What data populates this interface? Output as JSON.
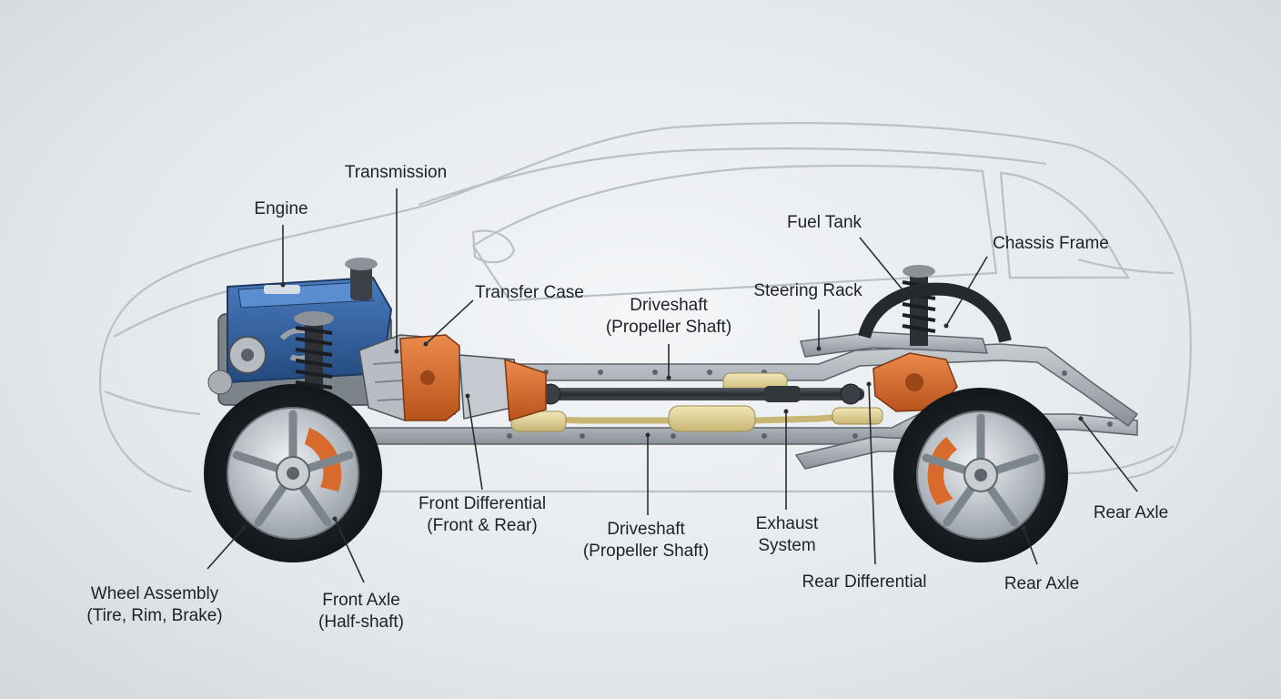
{
  "labels": {
    "transmission": "Transmission",
    "engine": "Engine",
    "transfer_case": "Transfer Case",
    "driveshaft_top": {
      "line1": "Driveshaft",
      "line2": "(Propeller Shaft)"
    },
    "steering_rack": "Steering Rack",
    "fuel_tank": "Fuel Tank",
    "chassis_frame": "Chassis Frame",
    "front_differential": {
      "line1": "Front Differential",
      "line2": "(Front & Rear)"
    },
    "driveshaft_bottom": {
      "line1": "Driveshaft",
      "line2": "(Propeller Shaft)"
    },
    "exhaust_system": {
      "line1": "Exhaust",
      "line2": "System"
    },
    "rear_differential": "Rear Differential",
    "rear_axle_right": "Rear Axle",
    "rear_axle_bottom": "Rear Axle",
    "wheel_assembly": {
      "line1": "Wheel Assembly",
      "line2": "(Tire, Rim, Brake)"
    },
    "front_axle": {
      "line1": "Front Axle",
      "line2": "(Half-shaft)"
    }
  },
  "colors": {
    "engine_block": "#2f5f9e",
    "differential": "#d86a2c",
    "chassis": "#9aa1a8",
    "exhaust": "#d9c98a",
    "body_outline": "#b9c0c7",
    "leader_line": "#2a2e33"
  }
}
